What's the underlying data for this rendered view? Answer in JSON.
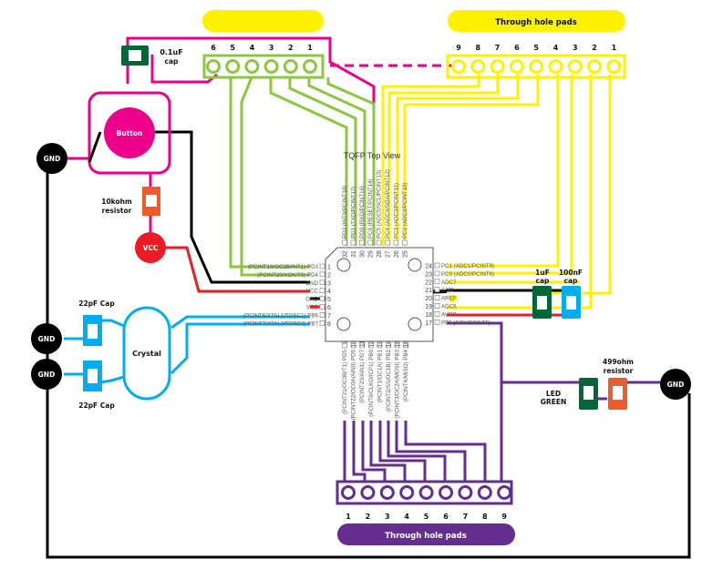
{
  "colors": {
    "green_trace": "#8dc63f",
    "yellow_trace": "#fff200",
    "magenta_trace": "#ec008c",
    "purple_trace": "#662d91",
    "blue_trace": "#00aeef",
    "red_trace": "#ed1c24",
    "black_trace": "#000000",
    "dark_green_part": "#006838",
    "orange_part": "#f15a29"
  },
  "headers": {
    "green_header_label": "",
    "yellow_header_label": "Through hole pads",
    "purple_header_label": "Through hole pads"
  },
  "green_pads": {
    "numbers": [
      "6",
      "5",
      "4",
      "3",
      "2",
      "1"
    ]
  },
  "yellow_pads": {
    "numbers": [
      "9",
      "8",
      "7",
      "6",
      "5",
      "4",
      "3",
      "2",
      "1"
    ]
  },
  "purple_pads": {
    "numbers": [
      "1",
      "2",
      "3",
      "4",
      "5",
      "6",
      "7",
      "8",
      "9"
    ]
  },
  "chip": {
    "title": "TQFP Top View",
    "left_pins": [
      {
        "num": "1",
        "label": "(PCINT19/OC2B/INT1) PD3"
      },
      {
        "num": "2",
        "label": "(PCINT20/XCK/T0) PD4"
      },
      {
        "num": "3",
        "label": "GND"
      },
      {
        "num": "4",
        "label": "VCC"
      },
      {
        "num": "5",
        "label": "GND"
      },
      {
        "num": "6",
        "label": "VCC"
      },
      {
        "num": "7",
        "label": "(PCINT6/XTAL1/TOSC1) PB6"
      },
      {
        "num": "8",
        "label": "(PCINT7/XTAL2/TOSC2) PB7"
      }
    ],
    "right_pins": [
      {
        "num": "24",
        "label": "PC1 (ADC1/PCINT9)"
      },
      {
        "num": "23",
        "label": "PC0 (ADC0/PCINT8)"
      },
      {
        "num": "22",
        "label": "ADC7"
      },
      {
        "num": "21",
        "label": "GND"
      },
      {
        "num": "20",
        "label": "AREF"
      },
      {
        "num": "19",
        "label": "ADC6"
      },
      {
        "num": "18",
        "label": "AVCC"
      },
      {
        "num": "17",
        "label": "PB5 (SCK/PCINT5)"
      }
    ],
    "top_pins": [
      {
        "num": "32",
        "label": "PD2 (INT0/PCINT18)"
      },
      {
        "num": "31",
        "label": "PD1 (TXD/PCINT17)"
      },
      {
        "num": "30",
        "label": "PD0 (RXD/PCINT16)"
      },
      {
        "num": "29",
        "label": "PC6 (RESET/PCINT14)"
      },
      {
        "num": "28",
        "label": "PC5 (ADC5/SCL/PCINT13)"
      },
      {
        "num": "27",
        "label": "PC4 (ADC4/SDA/PCINT12)"
      },
      {
        "num": "26",
        "label": "PC3 (ADC3/PCINT11)"
      },
      {
        "num": "25",
        "label": "PC2 (ADC2/PCINT10)"
      }
    ],
    "bottom_pins": [
      {
        "num": "9",
        "label": "(PCINT21/OC0B/T1) PD5"
      },
      {
        "num": "10",
        "label": "(PCINT22/OC0A/AIN0) PD6"
      },
      {
        "num": "11",
        "label": "(PCINT23/AIN1) PD7"
      },
      {
        "num": "12",
        "label": "(PCINT0/CLKO/ICP1) PB0"
      },
      {
        "num": "13",
        "label": "(PCINT1/OC1A) PB1"
      },
      {
        "num": "14",
        "label": "(PCINT2/SS/OC1B) PB2"
      },
      {
        "num": "15",
        "label": "(PCINT3/OC2A/MOSI) PB3"
      },
      {
        "num": "16",
        "label": "(PCINT4/MISO) PB4"
      }
    ]
  },
  "components": {
    "cap_01uf": {
      "line1": "0.1uF",
      "line2": "cap"
    },
    "button": "Button",
    "resistor_10k": {
      "line1": "10kohm",
      "line2": "resistor"
    },
    "vcc": "VCC",
    "gnd_button": "GND",
    "cap_22pf_top": "22pF Cap",
    "cap_22pf_bottom": "22pF Cap",
    "crystal": "Crystal",
    "gnd_crystal_top": "GND",
    "gnd_crystal_bottom": "GND",
    "cap_1uf": {
      "line1": "1uF",
      "line2": "cap"
    },
    "cap_100nf": {
      "line1": "100nF",
      "line2": "cap"
    },
    "led": {
      "line1": "LED",
      "line2": "GREEN"
    },
    "resistor_499": {
      "line1": "499ohm",
      "line2": "resistor"
    },
    "gnd_led": "GND"
  }
}
